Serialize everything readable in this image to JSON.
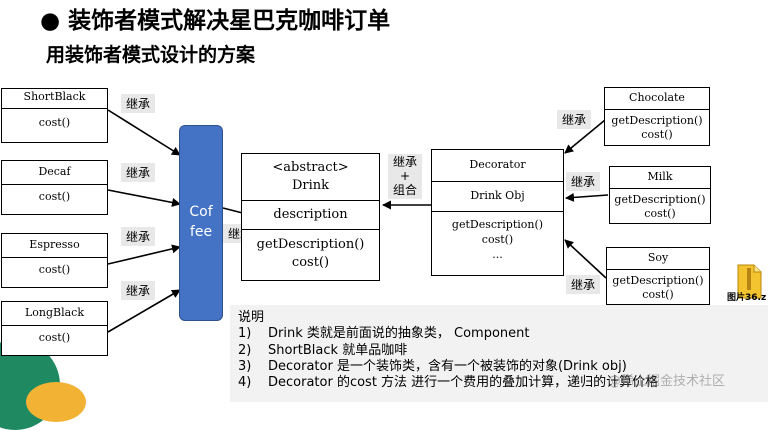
{
  "title": "装饰者模式解决星巴克咖啡订单",
  "subtitle": "用装饰者模式设计的方案",
  "bullet": "●",
  "drinks_left": [
    {
      "name": "ShortBlack",
      "method": "cost()"
    },
    {
      "name": "Decaf",
      "method": "cost()"
    },
    {
      "name": "Espresso",
      "method": "cost()"
    },
    {
      "name": "LongBlack",
      "method": "cost()"
    }
  ],
  "inherit_label": "继承",
  "inherit_compose_label": [
    "继承",
    "+",
    "组合"
  ],
  "coffee": {
    "line1": "Cof",
    "line2": "fee"
  },
  "drink": {
    "stereotype": "<abstract>",
    "name": "Drink",
    "field": "description",
    "method1": "getDescription()",
    "method2": "cost()"
  },
  "decorator": {
    "name": "Decorator",
    "field": "Drink Obj",
    "method1": "getDescription()",
    "method2": "cost()",
    "method3": "..."
  },
  "decorators_right": [
    {
      "name": "Chocolate",
      "method1": "getDescription()",
      "method2": "cost()"
    },
    {
      "name": "Milk",
      "method1": "getDescription()",
      "method2": "cost()"
    },
    {
      "name": "Soy",
      "method1": "getDescription()",
      "method2": "cost()"
    }
  ],
  "notes": {
    "heading": "说明",
    "items": [
      {
        "num": "1)",
        "text": "Drink 类就是前面说的抽象类， Component"
      },
      {
        "num": "2)",
        "text": "ShortBlack 就单品咖啡"
      },
      {
        "num": "3)",
        "text": "Decorator 是一个装饰类，含有一个被装饰的对象(Drink obj)"
      },
      {
        "num": "4)",
        "text": "Decorator 的cost 方法 进行一个费用的叠加计算，递归的计算价格"
      }
    ]
  },
  "file_label": "图片36.z",
  "watermark": "@稀土掘金技术社区"
}
